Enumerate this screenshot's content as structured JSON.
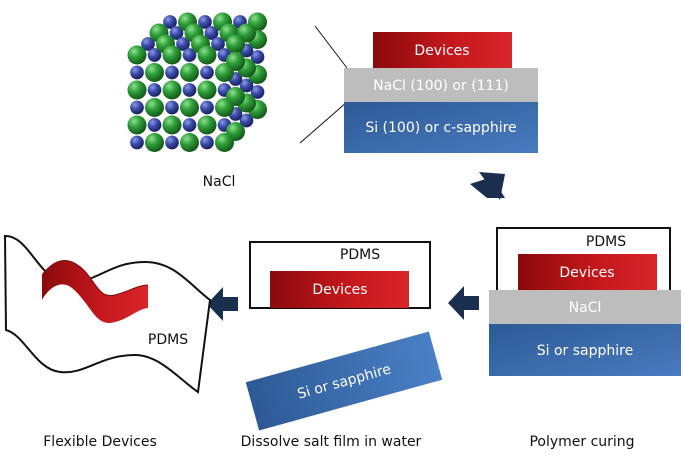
{
  "nacl_label": "NaCl",
  "stack_top": {
    "devices": "Devices",
    "salt": "NaCl (100) or (111)",
    "substrate": "Si (100) or c-sapphire"
  },
  "stack_curing": {
    "pdms": "PDMS",
    "devices": "Devices",
    "salt": "NaCl",
    "substrate": "Si or sapphire"
  },
  "stack_dissolve": {
    "pdms": "PDMS",
    "devices": "Devices",
    "substrate": "Si or sapphire"
  },
  "flexible": {
    "pdms": "PDMS"
  },
  "captions": {
    "flexible": "Flexible Devices",
    "dissolve": "Dissolve salt film in water",
    "curing": "Polymer curing"
  },
  "colors": {
    "chlorine": "#2e9a3a",
    "sodium": "#3a4aa8",
    "device_red": "#c4171c",
    "salt_gray": "#bdbdbd",
    "substrate_blue": "#3a6aaa",
    "arrow": "#1a2f4f"
  }
}
